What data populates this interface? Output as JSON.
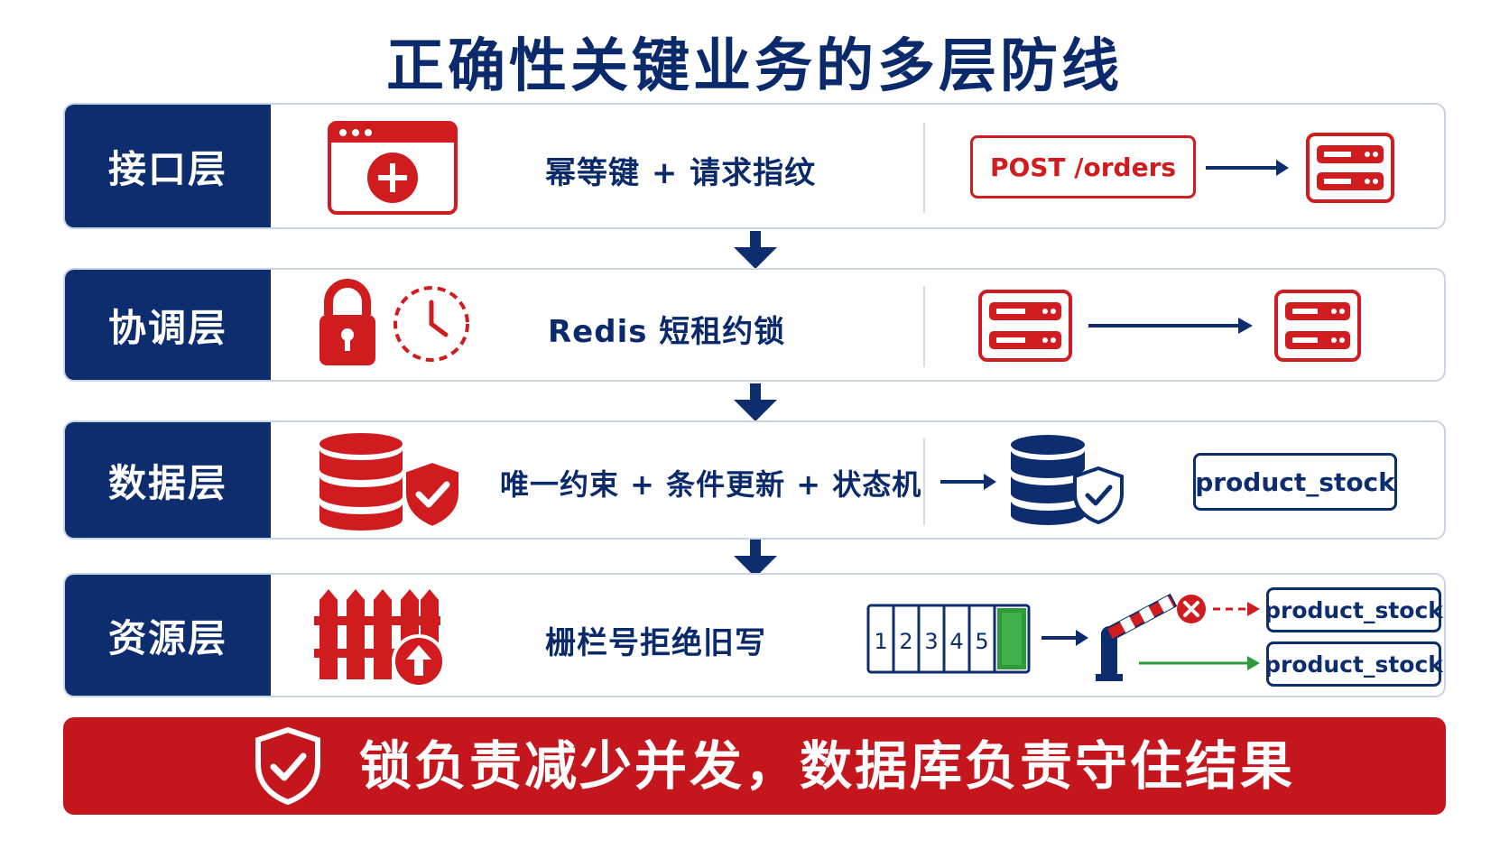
{
  "title": "正确性关键业务的多层防线",
  "layers": [
    {
      "label": "接口层",
      "text": "幂等键 + 请求指纹",
      "tag": "POST /orders"
    },
    {
      "label": "协调层",
      "text": "Redis 短租约锁"
    },
    {
      "label": "数据层",
      "text": "唯一约束 + 条件更新 + 状态机",
      "tag": "product_stock"
    },
    {
      "label": "资源层",
      "text": "栅栏号拒绝旧写",
      "fence_numbers": [
        "1",
        "2",
        "3",
        "4",
        "5"
      ],
      "tag_rejected": "product_stock",
      "tag_accepted": "product_stock"
    }
  ],
  "banner": {
    "text": "锁负责减少并发，数据库负责守住结果"
  },
  "colors": {
    "navy": "#0e2d6e",
    "red": "#d01c1f",
    "green": "#2e9a3a",
    "border": "#c9d3e6"
  },
  "icons": [
    "browser-plus-icon",
    "server-icon",
    "padlock-icon",
    "clock-icon",
    "database-icon",
    "shield-check-icon",
    "fence-icon",
    "upload-arrow-icon",
    "barrier-gate-icon",
    "reject-x-icon"
  ]
}
